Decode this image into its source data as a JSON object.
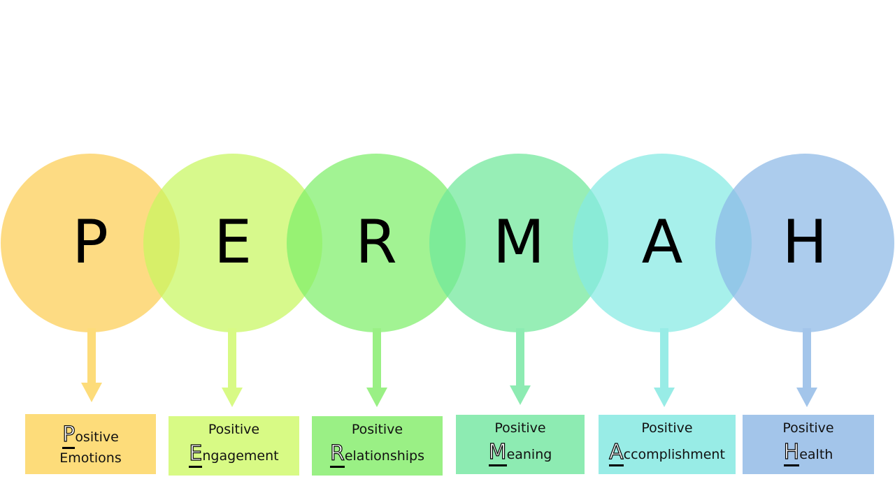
{
  "items": [
    {
      "letter": "P",
      "box_cap": "P",
      "box_word1_rest": "ositive",
      "box_word2": "Emotions",
      "circle_color": "#FCCD53",
      "box_color": "#FDDC7A",
      "arrow_color": "#FDDC7A"
    },
    {
      "letter": "E",
      "box_word1": "Positive",
      "box_cap": "E",
      "box_word2_rest": "ngagement",
      "circle_color": "#C8F75F",
      "box_color": "#D8FA85",
      "arrow_color": "#D8FA85"
    },
    {
      "letter": "R",
      "box_word1": "Positive",
      "box_cap": "R",
      "box_word2_rest": "elationships",
      "circle_color": "#7EEE6A",
      "box_color": "#9AF085",
      "arrow_color": "#9AF085"
    },
    {
      "letter": "M",
      "box_word1": "Positive",
      "box_cap": "M",
      "box_word2_rest": "eaning",
      "circle_color": "#6FE89A",
      "box_color": "#8DEBB2",
      "arrow_color": "#8DEBB2"
    },
    {
      "letter": "A",
      "box_word1": "Positive",
      "box_cap": "A",
      "box_word2_rest": "ccomplishment",
      "circle_color": "#85EAE3",
      "box_color": "#98ECE6",
      "arrow_color": "#98ECE6"
    },
    {
      "letter": "H",
      "box_word1": "Positive",
      "box_cap": "H",
      "box_word2_rest": "ealth",
      "circle_color": "#8CB8E6",
      "box_color": "#A3C5EA",
      "arrow_color": "#A3C5EA"
    }
  ]
}
